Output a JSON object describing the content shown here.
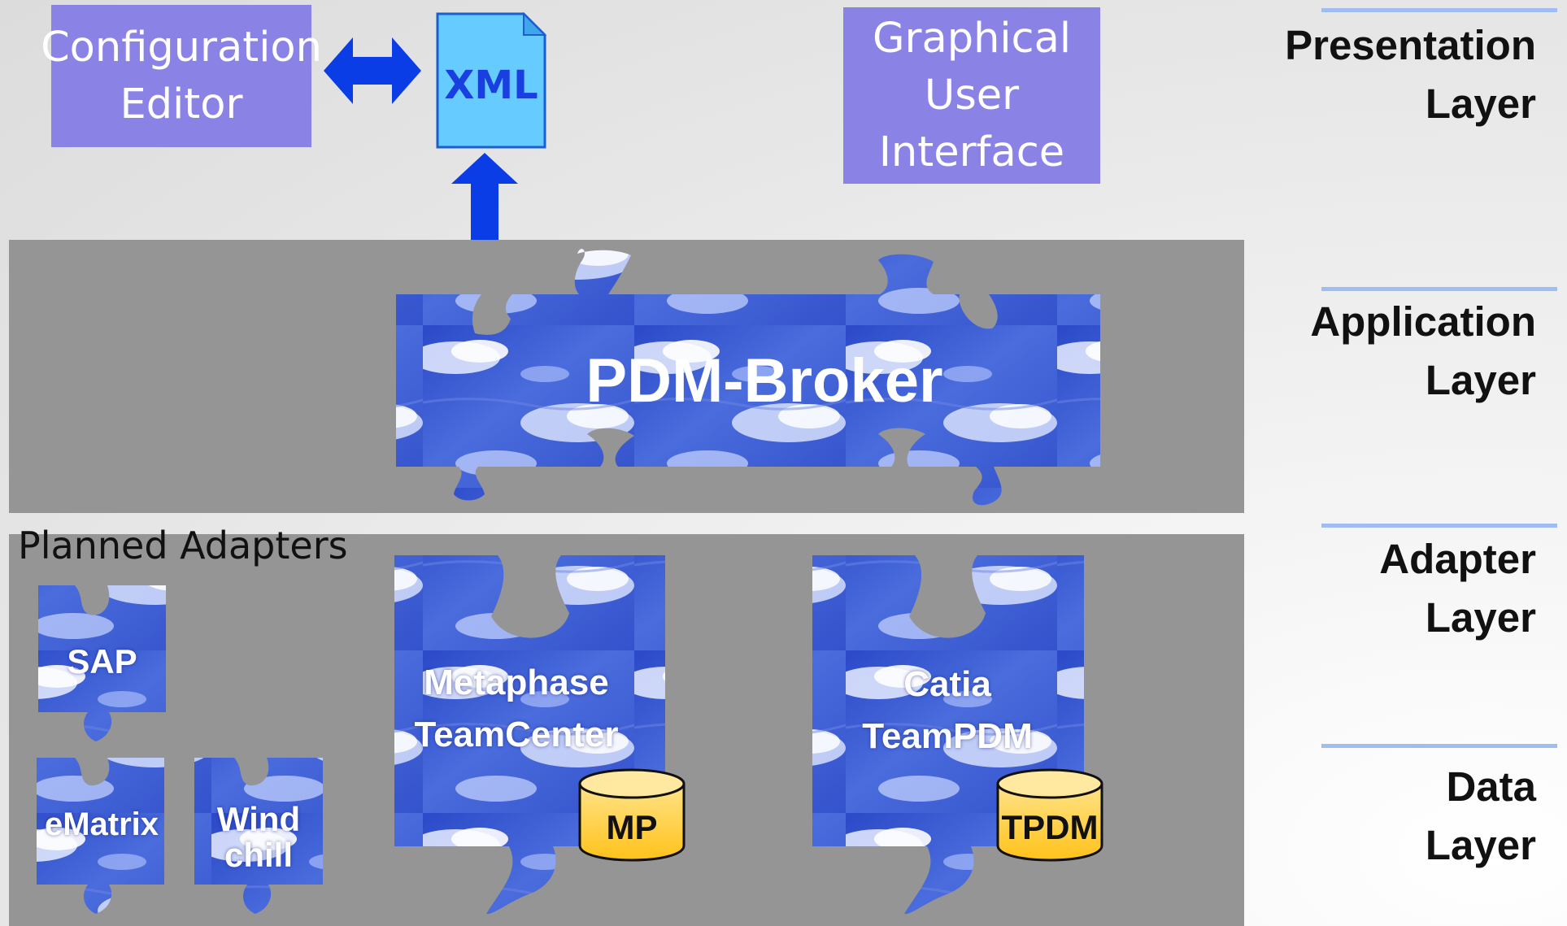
{
  "presentation": {
    "config_editor": [
      "Configuration",
      "Editor"
    ],
    "xml_label": "XML",
    "gui": [
      "Graphical",
      "User",
      "Interface"
    ]
  },
  "application": {
    "broker_label": "PDM-Broker"
  },
  "adapters": {
    "planned_title": "Planned Adapters",
    "planned": {
      "sap": "SAP",
      "ematrix": "eMatrix",
      "windchill": [
        "Wind",
        "chill"
      ]
    },
    "metaphase": [
      "Metaphase",
      "TeamCenter"
    ],
    "catia": [
      "Catia",
      "TeamPDM"
    ]
  },
  "databases": {
    "mp": "MP",
    "tpdm": "TPDM"
  },
  "layers": {
    "presentation": [
      "Presentation",
      "Layer"
    ],
    "application": [
      "Application",
      "Layer"
    ],
    "adapter": [
      "Adapter",
      "Layer"
    ],
    "data": [
      "Data",
      "Layer"
    ]
  },
  "colors": {
    "purple_box": "#8b82e6",
    "band_gray": "#959595",
    "arrow_blue": "#0a3de6",
    "xml_fill": "#66ccff",
    "db_yellow": "#ffd24d",
    "layer_line": "#9fbdf0"
  }
}
